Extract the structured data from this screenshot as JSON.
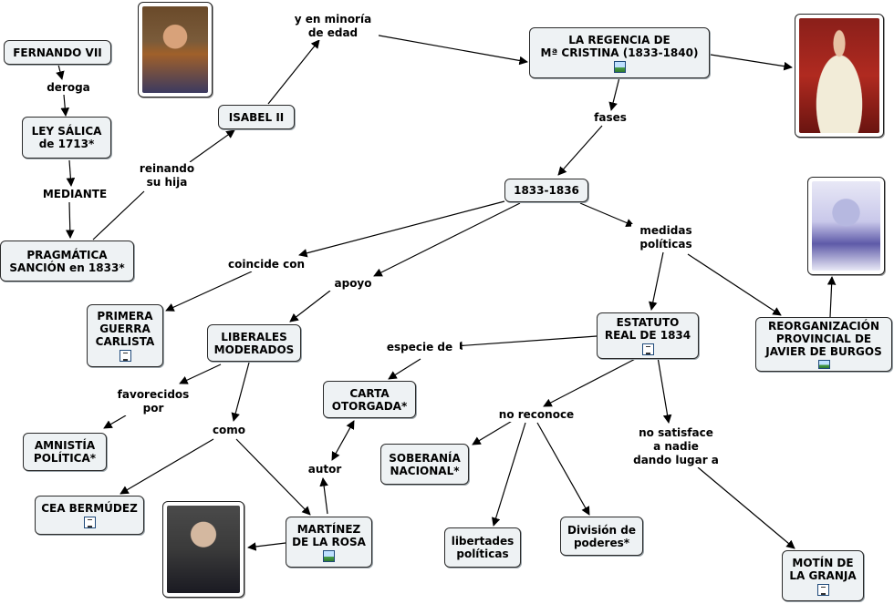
{
  "nodes": {
    "fernando": "FERNANDO VII",
    "ley_salica": "LEY SÁLICA\nde 1713*",
    "pragmatica": "PRAGMÁTICA\nSANCIÓN en 1833*",
    "isabel": "ISABEL II",
    "regencia": "LA REGENCIA DE\nMª CRISTINA (1833-1840)",
    "periodo": "1833-1836",
    "guerra": "PRIMERA\nGUERRA\nCARLISTA",
    "liberales": "LIBERALES\nMODERADOS",
    "estatuto": "ESTATUTO\nREAL DE 1834",
    "reorg": "REORGANIZACIÓN\nPROVINCIAL DE\nJAVIER DE BURGOS",
    "carta": "CARTA\nOTORGADA*",
    "amnistia": "AMNISTÍA\nPOLÍTICA*",
    "cea": "CEA BERMÚDEZ",
    "martinez": "MARTÍNEZ\nDE LA ROSA",
    "soberania": "SOBERANÍA\nNACIONAL*",
    "libertades": "libertades\npolíticas",
    "division": "División de\npoderes*",
    "motin": "MOTÍN DE\nLA GRANJA"
  },
  "links": {
    "deroga": "deroga",
    "mediante": "MEDIANTE",
    "reinando": "reinando\nsu hija",
    "minoria": "y en minoría\nde edad",
    "fases": "fases",
    "coincide": "coincide con",
    "apoyo": "apoyo",
    "medidas": "medidas\npolíticas",
    "especie": "especie de",
    "favorecidos": "favorecidos\npor",
    "como": "como",
    "autor": "autor",
    "no_reconoce": "no reconoce",
    "no_satisface": "no satisface\na nadie\ndando lugar a"
  },
  "colors": {
    "node_bg": "#eef2f4",
    "border": "#2a2a2a",
    "line": "#000000"
  }
}
